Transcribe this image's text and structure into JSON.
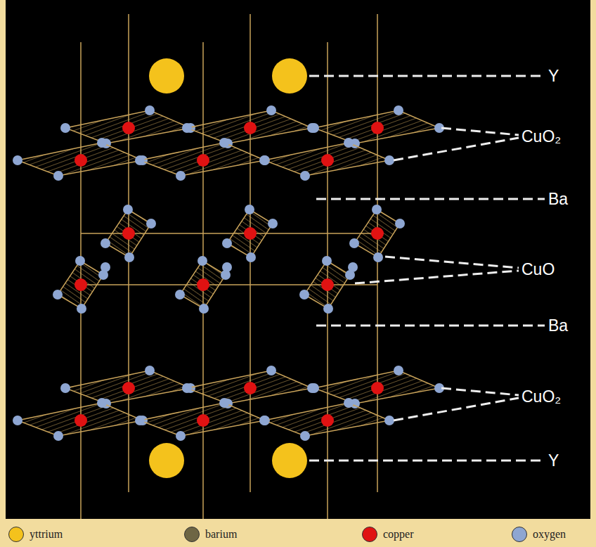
{
  "diagram": {
    "labels": [
      "Y",
      "CuO₂",
      "Ba",
      "CuO",
      "Ba",
      "CuO₂",
      "Y"
    ],
    "legend": [
      {
        "text": "yttrium",
        "color": "#f4c21c"
      },
      {
        "text": "barium",
        "color": "#6e6644"
      },
      {
        "text": "copper",
        "color": "#e01212"
      },
      {
        "text": "oxygen",
        "color": "#8ea6d2"
      }
    ]
  }
}
